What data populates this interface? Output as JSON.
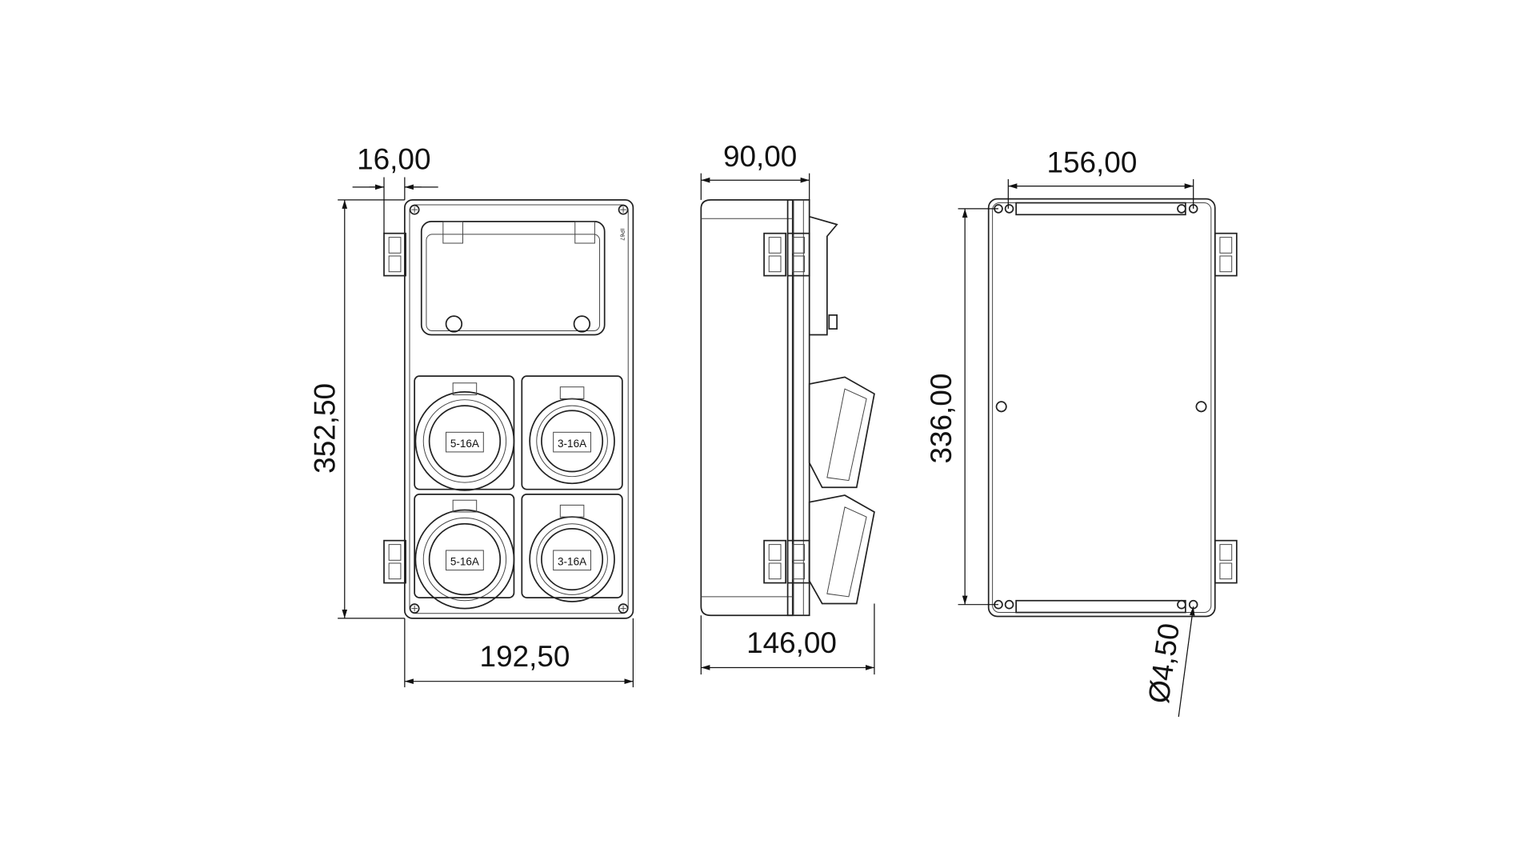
{
  "views": {
    "front": {
      "dim_hinge_width": "16,00",
      "dim_height": "352,50",
      "dim_width": "192,50",
      "rating_mark": "IP67",
      "sockets": [
        {
          "label": "5-16A"
        },
        {
          "label": "3-16A"
        },
        {
          "label": "5-16A"
        },
        {
          "label": "3-16A"
        }
      ]
    },
    "side": {
      "dim_body_depth": "90,00",
      "dim_total_depth": "146,00"
    },
    "back": {
      "dim_hole_spacing": "156,00",
      "dim_hole_height": "336,00",
      "dim_hole_diameter": "Ø4,50"
    }
  }
}
